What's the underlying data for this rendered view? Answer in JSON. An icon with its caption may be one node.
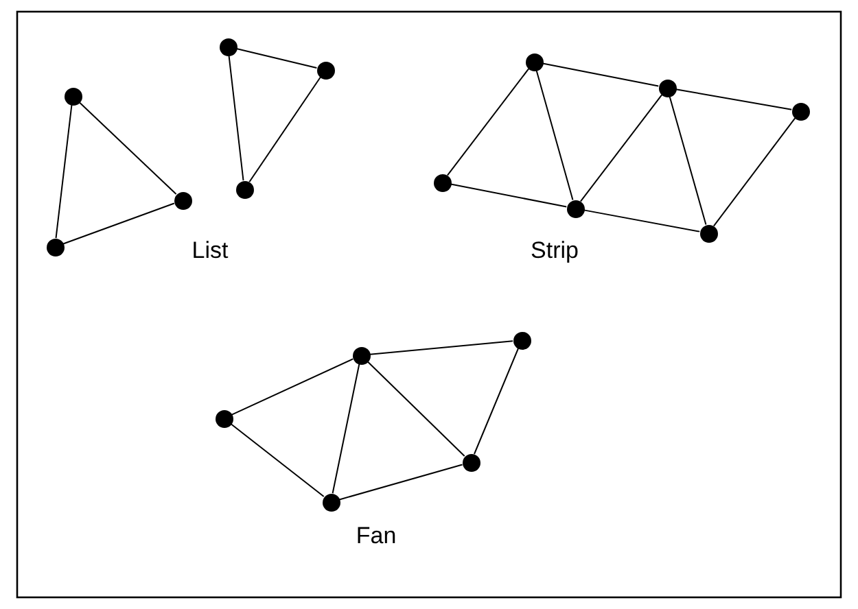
{
  "diagram": {
    "nodes": [
      {
        "text": [],
        "shape": "circle"
      },
      {
        "text": [],
        "shape": "circle"
      },
      {
        "text": [],
        "shape": "circle"
      },
      {
        "text": [],
        "shape": "circle"
      },
      {
        "text": [],
        "shape": "circle"
      },
      {
        "text": [],
        "shape": "circle"
      },
      {
        "text": [],
        "shape": "circle"
      },
      {
        "text": [],
        "shape": "circle"
      },
      {
        "text": [],
        "shape": "circle"
      },
      {
        "text": [],
        "shape": "circle"
      },
      {
        "text": [],
        "shape": "circle"
      },
      {
        "text": [],
        "shape": "circle"
      },
      {
        "text": [],
        "shape": "circle"
      },
      {
        "text": [],
        "shape": "circle"
      },
      {
        "text": [],
        "shape": "circle"
      },
      {
        "text": [],
        "shape": "circle"
      },
      {
        "text": [],
        "shape": "circle"
      }
    ],
    "edges": [
      {
        "from": 1,
        "to": 2,
        "arrow": "none"
      },
      {
        "from": 2,
        "to": 0,
        "arrow": "none"
      },
      {
        "from": 0,
        "to": 1,
        "arrow": "none"
      },
      {
        "from": 3,
        "to": 5,
        "arrow": "none"
      },
      {
        "from": 5,
        "to": 4,
        "arrow": "none"
      },
      {
        "from": 4,
        "to": 3,
        "arrow": "none"
      },
      {
        "from": 6,
        "to": 7,
        "arrow": "none"
      },
      {
        "from": 6,
        "to": 8,
        "arrow": "none"
      },
      {
        "from": 7,
        "to": 8,
        "arrow": "none"
      },
      {
        "from": 7,
        "to": 9,
        "arrow": "none"
      },
      {
        "from": 8,
        "to": 9,
        "arrow": "none"
      },
      {
        "from": 8,
        "to": 10,
        "arrow": "none"
      },
      {
        "from": 9,
        "to": 10,
        "arrow": "none"
      },
      {
        "from": 9,
        "to": 11,
        "arrow": "none"
      },
      {
        "from": 10,
        "to": 11,
        "arrow": "none"
      },
      {
        "from": 12,
        "to": 14,
        "arrow": "none"
      },
      {
        "from": 12,
        "to": 13,
        "arrow": "none"
      },
      {
        "from": 14,
        "to": 13,
        "arrow": "none"
      },
      {
        "from": 14,
        "to": 15,
        "arrow": "none"
      },
      {
        "from": 13,
        "to": 15,
        "arrow": "none"
      },
      {
        "from": 14,
        "to": 16,
        "arrow": "none"
      },
      {
        "from": 15,
        "to": 16,
        "arrow": "none"
      }
    ],
    "labels": [
      "List",
      "Strip",
      "Fan"
    ]
  }
}
